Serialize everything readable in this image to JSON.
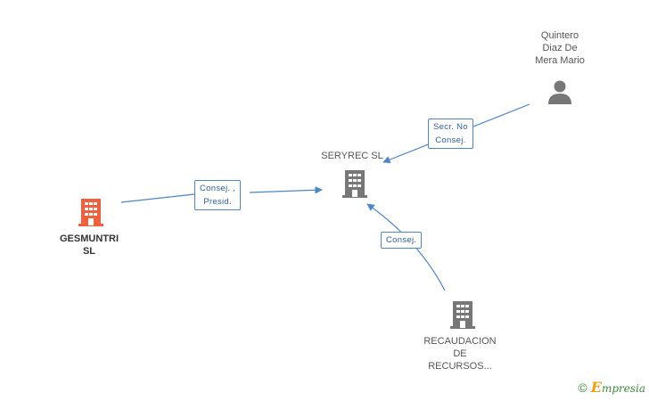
{
  "colors": {
    "edge": "#4a86c8",
    "company": "#777777",
    "highlight_company": "#f0603a",
    "person": "#777777"
  },
  "nodes": {
    "person": {
      "lines": [
        "Quintero",
        "Diaz De",
        "Mera Mario"
      ],
      "icon": "person-icon"
    },
    "center": {
      "lines": [
        "SERYREC SL"
      ],
      "icon": "building-icon"
    },
    "main": {
      "lines": [
        "GESMUNTRI",
        "SL"
      ],
      "icon": "building-icon"
    },
    "bottom": {
      "lines": [
        "RECAUDACION",
        "DE",
        "RECURSOS..."
      ],
      "icon": "building-icon"
    }
  },
  "edges": {
    "person_to_center": {
      "lines": [
        "Secr.  No",
        "Consej."
      ]
    },
    "main_to_center": {
      "lines": [
        "Consej. ,",
        "Presid."
      ]
    },
    "bottom_to_center": {
      "lines": [
        "Consej."
      ]
    }
  },
  "brand": {
    "copyright": "©",
    "e": "E",
    "rest": "mpresia"
  }
}
